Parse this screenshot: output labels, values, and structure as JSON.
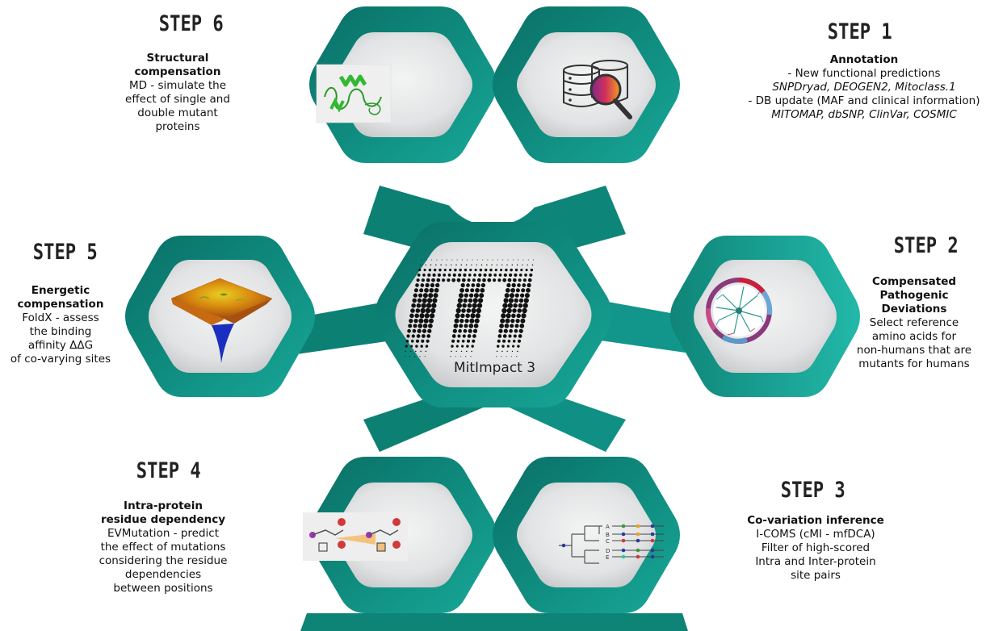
{
  "center": {
    "label": "MitImpact 3"
  },
  "steps": [
    {
      "id": "step1",
      "title": "STEP 1",
      "heading": "Annotation",
      "lines": [
        "- New functional predictions"
      ],
      "italic1": "SNPDryad, DEOGEN2, Mitoclass.1",
      "line2": "- DB update (MAF and clinical information)",
      "italic2": "MITOMAP, dbSNP, ClinVar, COSMIC"
    },
    {
      "id": "step2",
      "title": "STEP 2",
      "heading": [
        "Compensated",
        "Pathogenic",
        "Deviations"
      ],
      "lines": [
        "Select reference",
        "amino acids for",
        "non-humans that are",
        "mutants for humans"
      ]
    },
    {
      "id": "step3",
      "title": "STEP 3",
      "heading": "Co-variation inference",
      "lines": [
        "I-COMS (cMI - mfDCA)",
        "Filter of high-scored",
        "Intra and Inter-protein",
        "site pairs"
      ],
      "tree_labels": [
        "A",
        "B",
        "C",
        "D",
        "E"
      ]
    },
    {
      "id": "step4",
      "title": "STEP 4",
      "heading": [
        "Intra-protein",
        "residue dependency"
      ],
      "lines": [
        "EVMutation - predict",
        "the effect of mutations",
        "considering the residue",
        "dependencies",
        "between positions"
      ]
    },
    {
      "id": "step5",
      "title": "STEP 5",
      "heading": [
        "Energetic",
        "compensation"
      ],
      "lines": [
        "FoldX - assess",
        "the binding",
        "affinity ΔΔG",
        "of co-varying sites"
      ]
    },
    {
      "id": "step6",
      "title": "STEP 6",
      "heading": [
        "Structural",
        "compensation"
      ],
      "lines": [
        "MD - simulate the",
        "effect of single and",
        "double mutant",
        "proteins"
      ]
    }
  ],
  "colors": {
    "teal_dark": "#0b7a70",
    "teal": "#129a8c",
    "teal_light": "#1fb5a5",
    "panel": "#e4e5e6"
  }
}
